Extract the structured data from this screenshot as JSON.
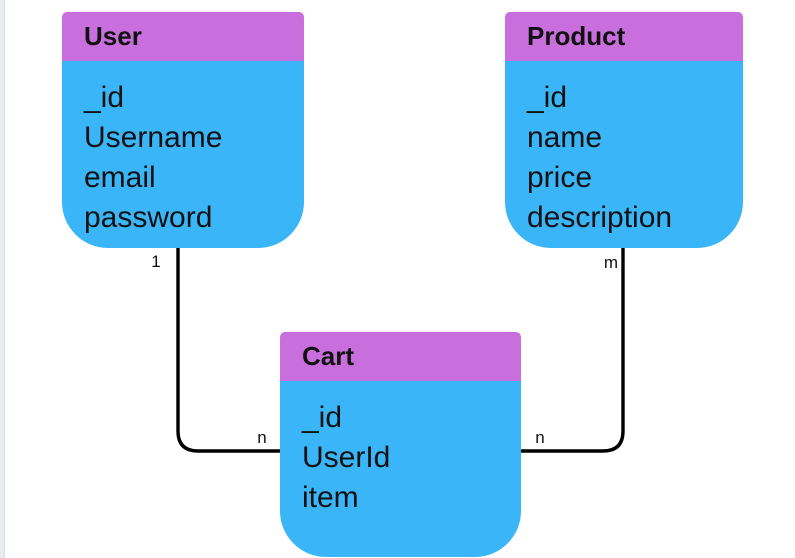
{
  "diagram": {
    "type": "entity-relationship",
    "colors": {
      "entity_header": "#c96edd",
      "entity_body": "#3ab5f8",
      "connector_line": "#000000",
      "text": "#111111",
      "background": "#ffffff",
      "left_edge_strip": "#eaedf0"
    },
    "entities": [
      {
        "id": "user",
        "title": "User",
        "fields": [
          "_id",
          "Username",
          "email",
          "password"
        ]
      },
      {
        "id": "product",
        "title": "Product",
        "fields": [
          "_id",
          "name",
          "price",
          "description"
        ]
      },
      {
        "id": "cart",
        "title": "Cart",
        "fields": [
          "_id",
          "UserId",
          "item"
        ]
      }
    ],
    "relationships": [
      {
        "from": "User",
        "to": "Cart",
        "from_label": "1",
        "to_label": "n"
      },
      {
        "from": "Product",
        "to": "Cart",
        "from_label": "m",
        "to_label": "n"
      }
    ]
  }
}
